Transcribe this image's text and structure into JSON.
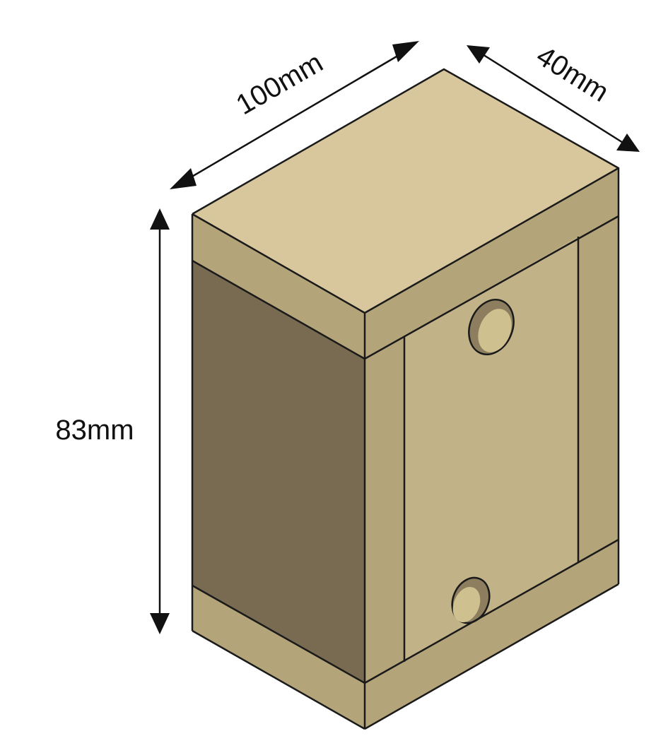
{
  "dimensions": {
    "width_label": "100mm",
    "depth_label": "40mm",
    "height_label": "83mm"
  },
  "colors": {
    "top_face": "#d8c79c",
    "top_face_edge_strip": "#b7a67d",
    "side_face": "#786b52",
    "front_rails": "#b4a47a",
    "front_panel": "#c2b288",
    "hole_fill": "#8c7e5e",
    "hole_highlight": "#cfc08f",
    "dimension_ink": "#111111",
    "edge_ink": "#1a1a1a"
  }
}
